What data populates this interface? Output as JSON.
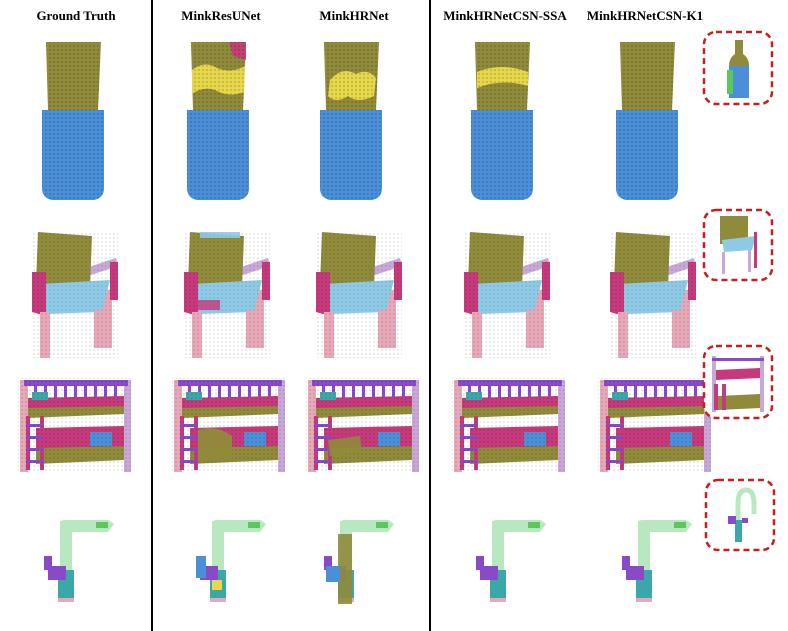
{
  "columns": [
    "Ground Truth",
    "MinkResUNet",
    "MinkHRNet",
    "MinkHRNetCSN-SSA",
    "MinkHRNetCSN-K1"
  ],
  "rows": [
    "bottle",
    "chair",
    "bunk-bed",
    "faucet"
  ],
  "colors": {
    "olive": "#8f8b3a",
    "blue": "#4a8fd8",
    "yellow": "#e6d84a",
    "skyblue": "#8ec9e6",
    "magenta": "#c43a7a",
    "pink": "#e8a8b8",
    "lavender": "#c8a8d8",
    "purple": "#8a4ac8",
    "mint": "#b8e8c0",
    "teal": "#3aa8a8",
    "green": "#5ac85a",
    "frame": "#c81e1e"
  }
}
